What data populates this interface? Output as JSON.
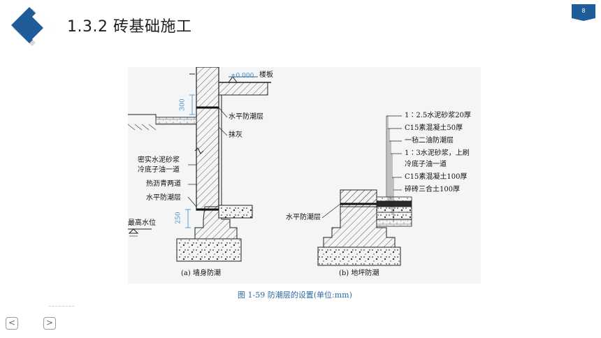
{
  "header": {
    "title": "1.3.2  砖基础施工",
    "page_number": "8",
    "accent_color": "#1f5c99"
  },
  "figure": {
    "wall_labels": {
      "elevation": "±0.000",
      "floor_slab": "楼板",
      "dim_300": "300",
      "dpc_top": "水平防潮层",
      "plaster": "抹灰",
      "mortar_line1": "密实水泥砂浆",
      "mortar_line2": "冷底子油一道",
      "asphalt": "热沥青两道",
      "dpc_bottom": "水平防潮层",
      "dim_250": "250",
      "max_water": "最高水位",
      "caption_a": "(a) 墙身防潮"
    },
    "floor_labels": {
      "layer1": "1∶2.5水泥砂浆20厚",
      "layer2": "C15素混凝土50厚",
      "layer3": "一毡二油防潮层",
      "layer4a": "1∶3水泥砂浆，上刷",
      "layer4b": "冷底子油一道",
      "layer5": "C15素混凝土100厚",
      "layer6": "碎砖三合土100厚",
      "dpc": "水平防潮层",
      "caption_b": "(b) 地坪防潮"
    },
    "caption": "图 1-59    防潮层的设置(单位:mm)"
  },
  "nav": {
    "prev_icon": "chevron-left-icon",
    "next_icon": "chevron-right-icon",
    "prev": "<",
    "next": ">"
  }
}
